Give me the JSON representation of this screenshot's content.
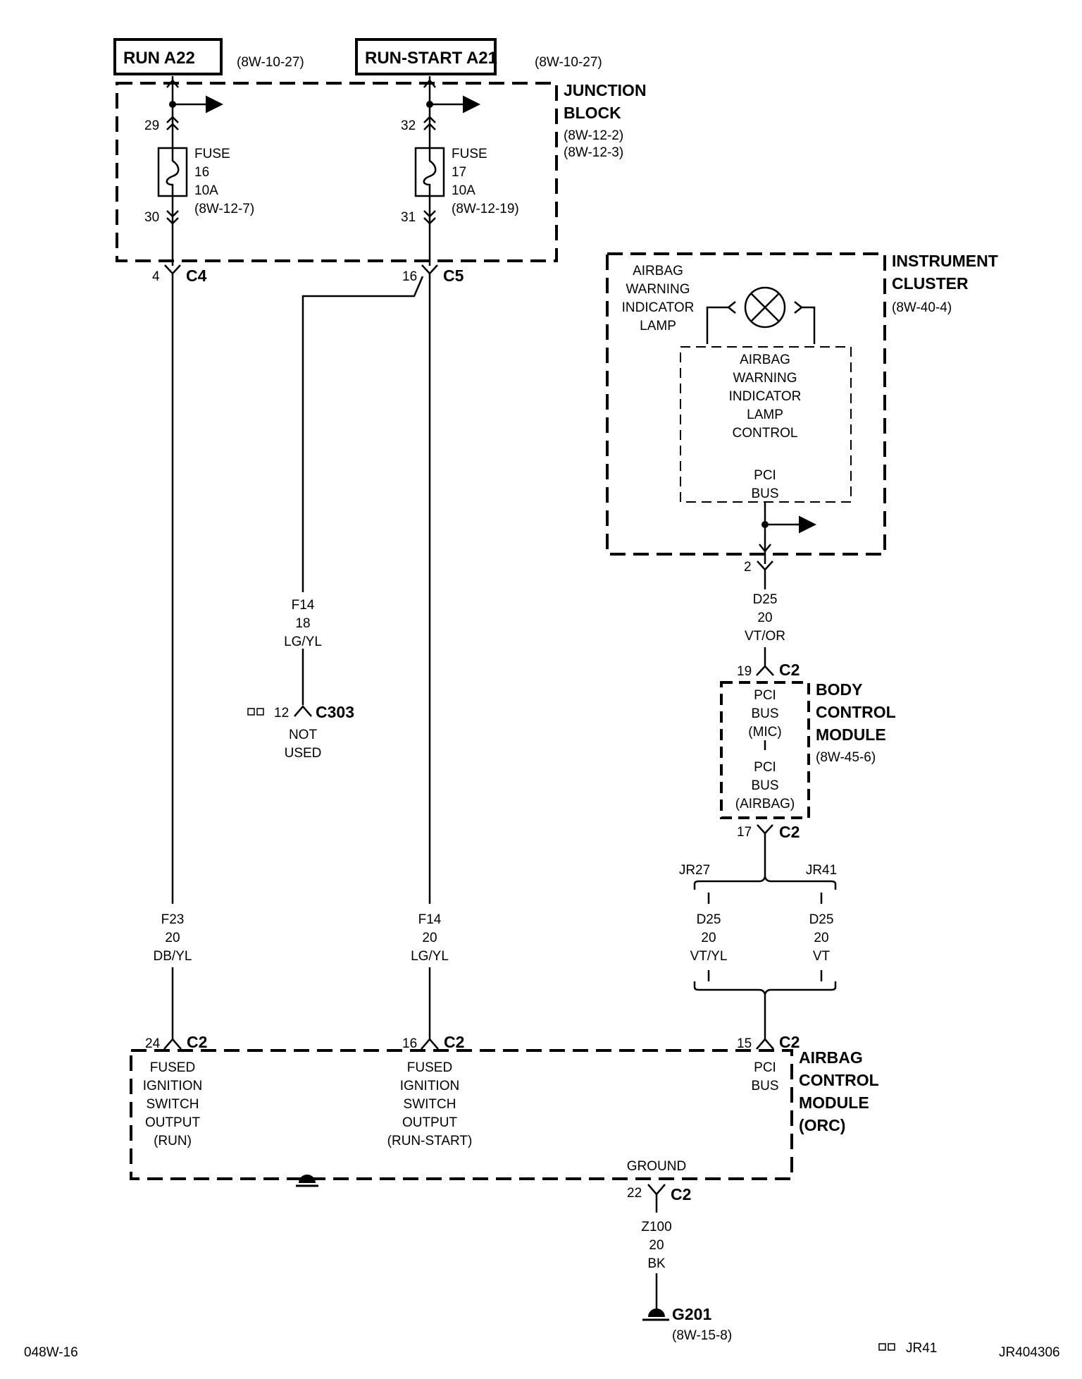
{
  "header": {
    "run_label": "RUN A22",
    "run_ref": "(8W-10-27)",
    "runstart_label": "RUN-START A21",
    "runstart_ref": "(8W-10-27)"
  },
  "junction_block": {
    "title1": "JUNCTION",
    "title2": "BLOCK",
    "ref1": "(8W-12-2)",
    "ref2": "(8W-12-3)",
    "fuse16": {
      "pin_in": "29",
      "pin_out": "30",
      "l1": "FUSE",
      "l2": "16",
      "l3": "10A",
      "l4": "(8W-12-7)"
    },
    "fuse17": {
      "pin_in": "32",
      "pin_out": "31",
      "l1": "FUSE",
      "l2": "17",
      "l3": "10A",
      "l4": "(8W-12-19)"
    },
    "c4_pin": "4",
    "c4_label": "C4",
    "c5_pin": "16",
    "c5_label": "C5"
  },
  "instrument_cluster": {
    "title1": "INSTRUMENT",
    "title2": "CLUSTER",
    "ref": "(8W-40-4)",
    "lamp": [
      "AIRBAG",
      "WARNING",
      "INDICATOR",
      "LAMP"
    ],
    "control": [
      "AIRBAG",
      "WARNING",
      "INDICATOR",
      "LAMP",
      "CONTROL"
    ],
    "pci": [
      "PCI",
      "BUS"
    ],
    "pin": "2"
  },
  "wire_d25_top": {
    "code": "D25",
    "gauge": "20",
    "color": "VT/OR"
  },
  "bcm": {
    "title1": "BODY",
    "title2": "CONTROL",
    "title3": "MODULE",
    "ref": "(8W-45-6)",
    "pci_mic": [
      "PCI",
      "BUS",
      "(MIC)"
    ],
    "pci_airbag": [
      "PCI",
      "BUS",
      "(AIRBAG)"
    ],
    "pin_top": "19",
    "conn_top": "C2",
    "pin_bottom": "17",
    "conn_bottom": "C2"
  },
  "variants": {
    "left_tag": "JR27",
    "right_tag": "JR41",
    "left_wire": {
      "code": "D25",
      "gauge": "20",
      "color": "VT/YL"
    },
    "right_wire": {
      "code": "D25",
      "gauge": "20",
      "color": "VT"
    }
  },
  "wire_f14_top": {
    "code": "F14",
    "gauge": "18",
    "color": "LG/YL"
  },
  "c303": {
    "pin": "12",
    "label": "C303",
    "not1": "NOT",
    "not2": "USED"
  },
  "wire_f23": {
    "code": "F23",
    "gauge": "20",
    "color": "DB/YL"
  },
  "wire_f14": {
    "code": "F14",
    "gauge": "20",
    "color": "LG/YL"
  },
  "orc": {
    "title1": "AIRBAG",
    "title2": "CONTROL",
    "title3": "MODULE",
    "title4": "(ORC)",
    "pin_run": "24",
    "pin_runstart": "16",
    "pin_pci": "15",
    "pin_ground": "22",
    "conn": "C2",
    "run_text": [
      "FUSED",
      "IGNITION",
      "SWITCH",
      "OUTPUT",
      "(RUN)"
    ],
    "runstart_text": [
      "FUSED",
      "IGNITION",
      "SWITCH",
      "OUTPUT",
      "(RUN-START)"
    ],
    "pci_text": [
      "PCI",
      "BUS"
    ],
    "ground_text": "GROUND"
  },
  "wire_z100": {
    "code": "Z100",
    "gauge": "20",
    "color": "BK"
  },
  "ground": {
    "label": "G201",
    "ref": "(8W-15-8)"
  },
  "footer": {
    "left": "048W-16",
    "variant": "JR41",
    "right": "JR404306"
  }
}
